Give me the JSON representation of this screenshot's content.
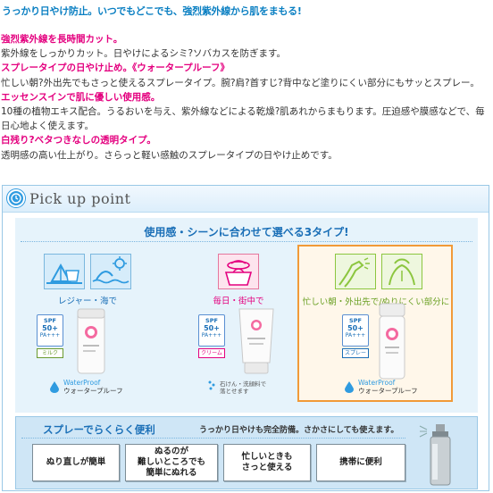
{
  "headline": "うっかり日やけ防止。いつでもどこでも、強烈紫外線から肌をまもる!",
  "sections": [
    {
      "heading": "強烈紫外線を長時間カット。",
      "body": "紫外線をしっかりカット。日やけによるシミ?ソバカスを防ぎます。"
    },
    {
      "heading": "スプレータイプの日やけ止め。《ウォータープルーフ》",
      "body": "忙しい朝?外出先でもさっと使えるスプレータイプ。腕?肩?首すじ?背中など塗りにくい部分にもサッとスプレー。"
    },
    {
      "heading": "エッセンスインで肌に優しい使用感。",
      "body": "10種の植物エキス配合。うるおいを与え、紫外線などによる乾燥?肌あれからまもります。圧迫感や膜感などで、毎日心地よく使えます。"
    },
    {
      "heading": "白残り?ベタつきなしの透明タイプ。",
      "body": "透明感の高い仕上がり。さらっと軽い感触のスプレータイプの日やけ止めです。"
    }
  ],
  "pickup": {
    "title": "Pick up point",
    "panel_title": "使用感・シーンに合わせて選べる3タイプ!",
    "types": [
      {
        "usage": "レジャー・海で",
        "spf_label": "SPF",
        "spf_value": "50+",
        "pa": "PA+++",
        "form": "ミルク",
        "water_en": "WaterProof",
        "water_jp": "ウォータープルーフ"
      },
      {
        "usage": "毎日・街中で",
        "spf_label": "SPF",
        "spf_value": "50+",
        "pa": "PA+++",
        "form": "クリーム",
        "soap_line1": "石けん・洗顔料で",
        "soap_line2": "落とせます"
      },
      {
        "usage": "忙しい朝・外出先で/ぬりにくい部分に",
        "spf_label": "SPF",
        "spf_value": "50+",
        "pa": "PA+++",
        "form": "スプレー",
        "water_en": "WaterProof",
        "water_jp": "ウォータープルーフ"
      }
    ],
    "bottom_title": "スプレーでらくらく便利",
    "bottom_sub": "うっかり日やけも完全防備。さかさにしても使えます。",
    "benefits": [
      {
        "line1": "ぬり直しが簡単",
        "line2": "",
        "line3": ""
      },
      {
        "line1": "ぬるのが",
        "line2": "難しいところでも",
        "line3": "簡単にぬれる"
      },
      {
        "line1": "忙しいときも",
        "line2": "さっと使える",
        "line3": ""
      },
      {
        "line1": "携帯に便利",
        "line2": "",
        "line3": ""
      }
    ]
  },
  "colors": {
    "accent_blue": "#1a6fb7",
    "pink": "#e4007f",
    "orange": "#f19a38",
    "panel_bg": "#e6f3fb"
  },
  "icons": [
    "clock-icon",
    "tent-icon",
    "beach-icon",
    "handbag-icon",
    "arm-spray-icon",
    "shoulder-icon",
    "water-drop-icon",
    "spray-can-icon"
  ]
}
